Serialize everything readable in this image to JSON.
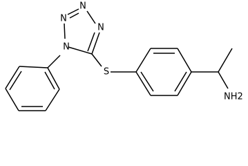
{
  "atom_labels": {
    "n1": "N",
    "n2": "N",
    "n3": "N",
    "n4": "N",
    "s": "S",
    "nh2": "NH2"
  }
}
